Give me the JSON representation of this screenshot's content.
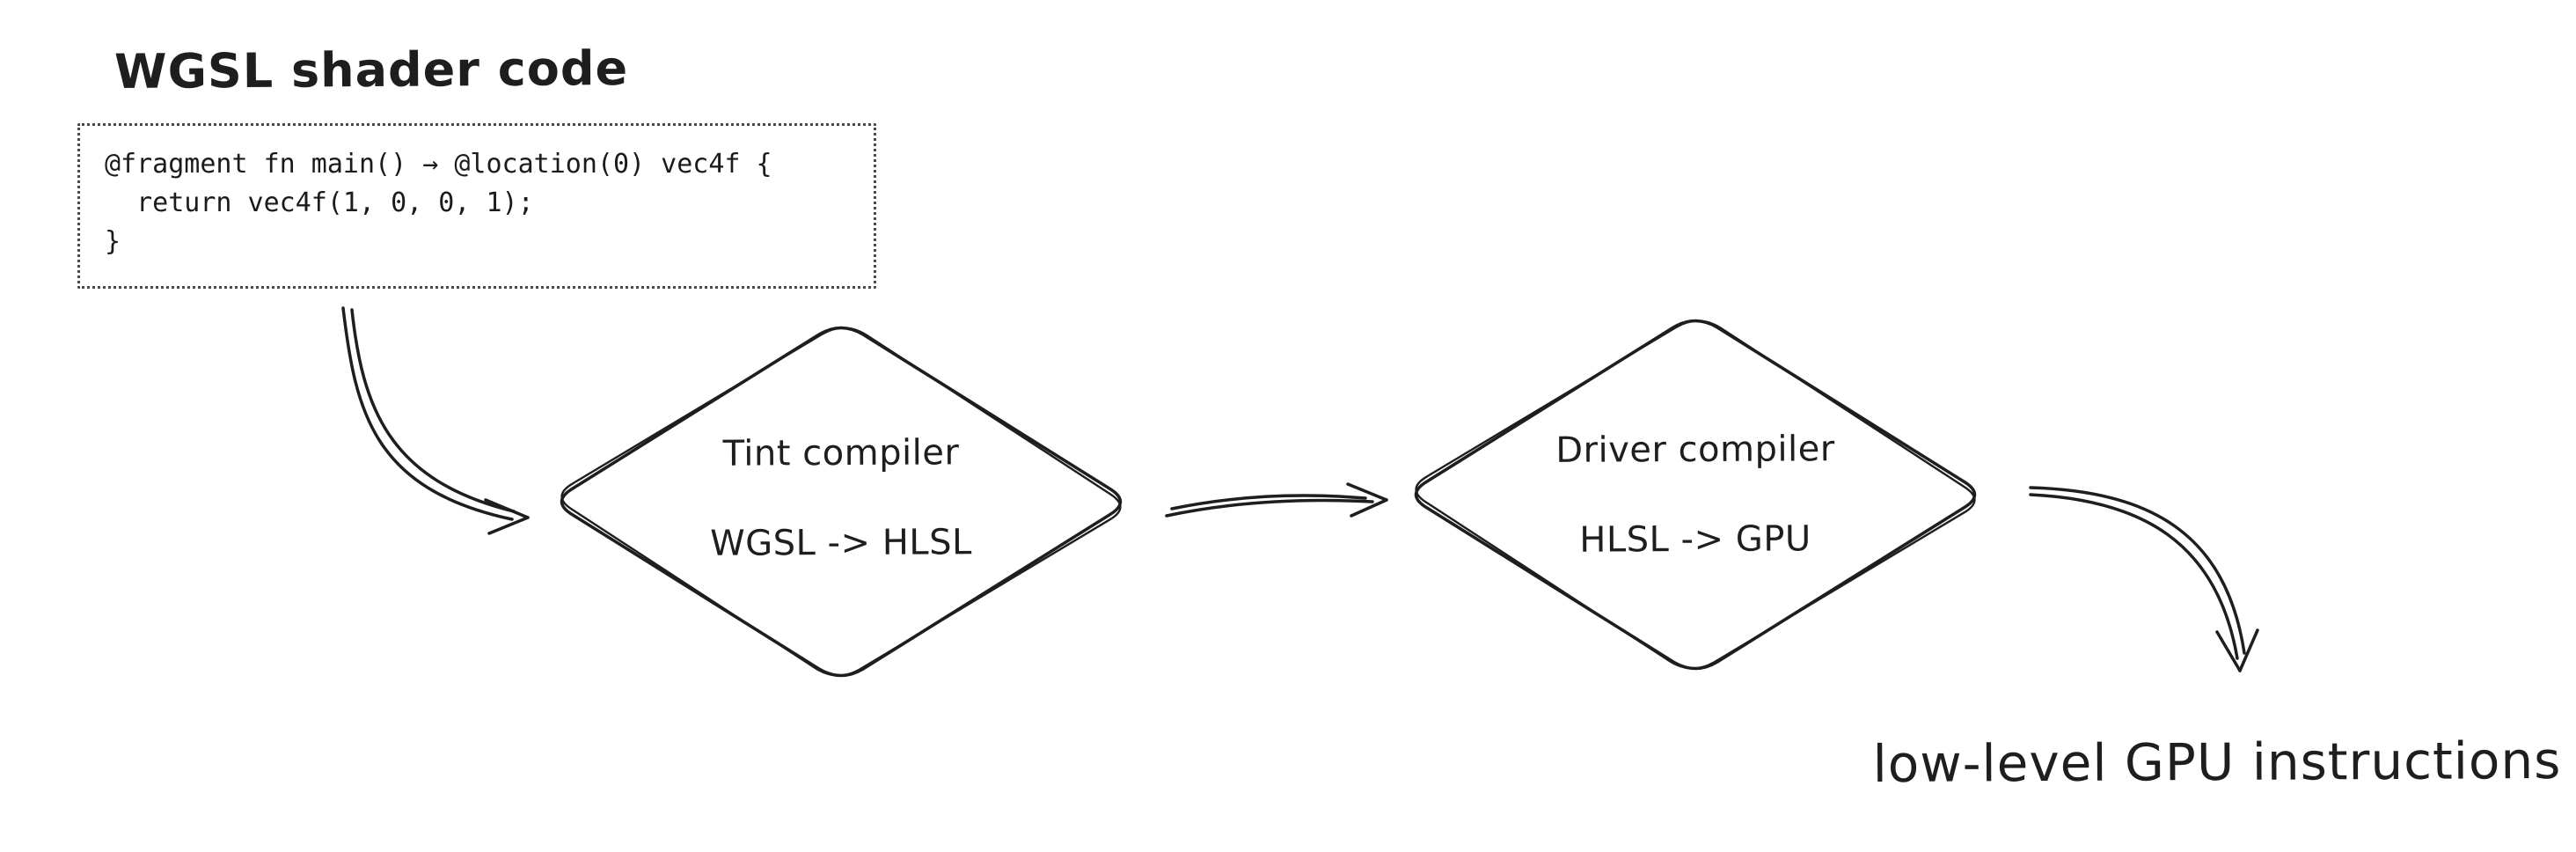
{
  "title": "WGSL shader code",
  "code_box": {
    "lines": [
      "@fragment fn main() → @location(0) vec4f {",
      "  return vec4f(1, 0, 0, 1);",
      "}"
    ]
  },
  "nodes": [
    {
      "label": "Tint compiler",
      "sublabel": "WGSL -> HLSL"
    },
    {
      "label": "Driver compiler",
      "sublabel": "HLSL -> GPU"
    }
  ],
  "output_label": "low-level GPU instructions",
  "colors": {
    "stroke": "#1e1e1e",
    "background": "#ffffff"
  }
}
